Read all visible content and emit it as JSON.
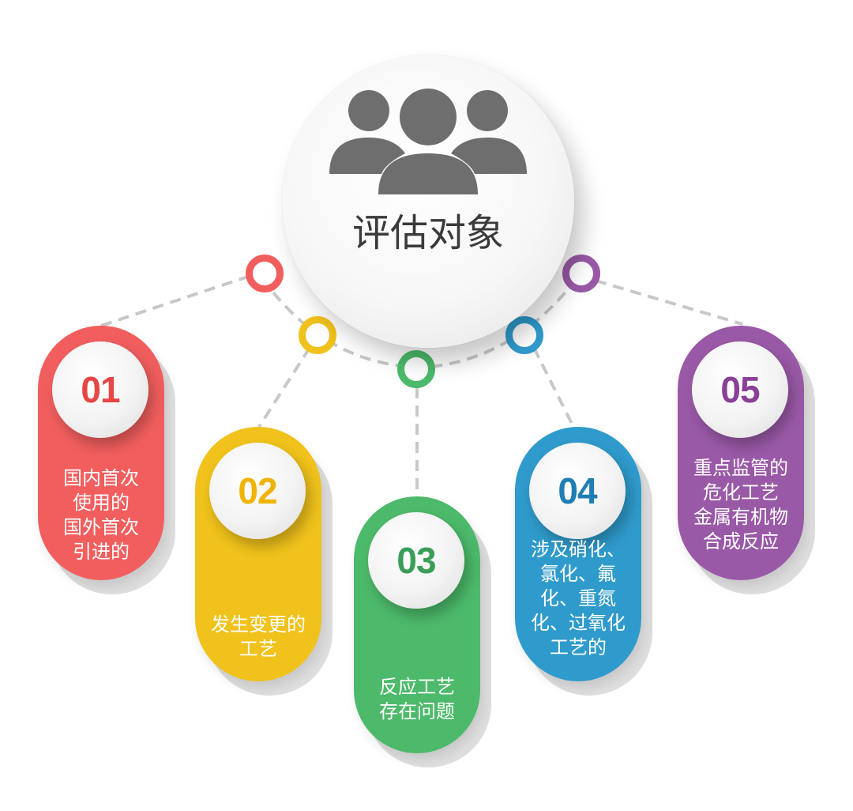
{
  "center": {
    "title": "评估对象",
    "icon": "people-group-icon",
    "icon_color": "#6e6e6e"
  },
  "items": [
    {
      "number": "01",
      "label": "国内首次\n使用的\n国外首次\n引进的",
      "color": "#f25e5e"
    },
    {
      "number": "02",
      "label": "发生变更的\n工艺",
      "color": "#f0c21b"
    },
    {
      "number": "03",
      "label": "反应工艺\n存在问题",
      "color": "#4cba6a"
    },
    {
      "number": "04",
      "label": "涉及硝化、\n氯化、氟\n化、重氮\n化、过氧化\n工艺的",
      "color": "#2f9bcc"
    },
    {
      "number": "05",
      "label": "重点监管的\n危化工艺\n金属有机物\n合成反应",
      "color": "#9a59a7"
    }
  ],
  "connector_color": "#c8c8c8"
}
